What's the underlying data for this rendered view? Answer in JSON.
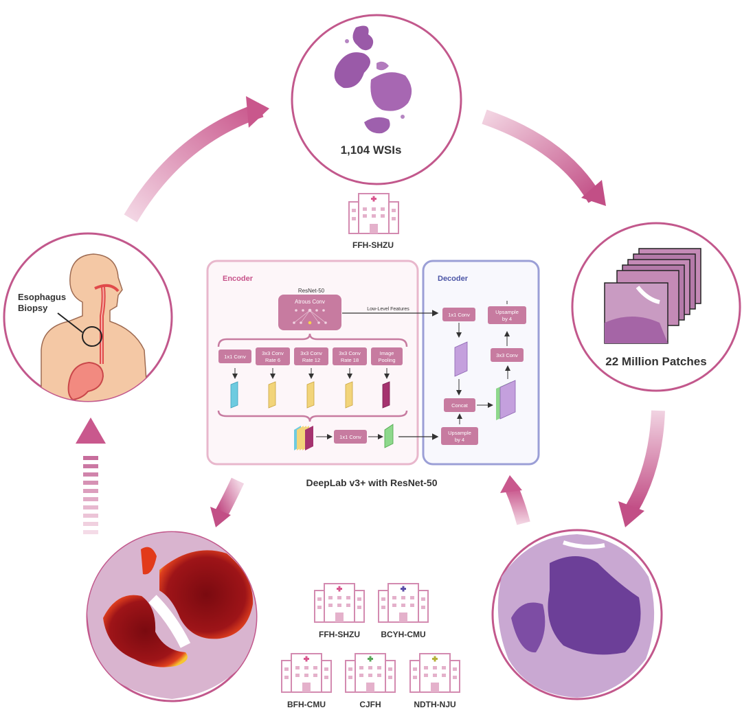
{
  "colors": {
    "accent": "#c2588c",
    "circle_stroke": "#c2588c",
    "encoder_stroke": "#e8b7cc",
    "encoder_label": "#c7528a",
    "decoder_stroke": "#9b9fd6",
    "decoder_label": "#4b55a6",
    "block_fill": "#c77ba0",
    "tissue": "#9a5aa8",
    "heat_hot": "#8b0d14",
    "skin": "#f4c8a5"
  },
  "icons": [
    "hospital-icon",
    "feature-map-icon",
    "arrow-icon",
    "tissue-slide-icon",
    "heatmap-icon",
    "human-anatomy-icon"
  ],
  "wsis": {
    "label": "1,104 WSIs"
  },
  "patches": {
    "label": "22 Million Patches"
  },
  "anatomy": {
    "label_line1": "Esophagus",
    "label_line2": "Biopsy"
  },
  "center_hospital": {
    "label": "FFH-SHZU"
  },
  "model": {
    "title": "DeepLab v3+ with ResNet-50",
    "encoder": {
      "label": "Encoder",
      "backbone": "ResNet-50",
      "atrous": "Atrous Conv",
      "low_level": "Low-Level Features",
      "branches": [
        {
          "line1": "1x1 Conv",
          "line2": ""
        },
        {
          "line1": "3x3 Conv",
          "line2": "Rate 6"
        },
        {
          "line1": "3x3 Conv",
          "line2": "Rate 12"
        },
        {
          "line1": "3x3 Conv",
          "line2": "Rate 18"
        },
        {
          "line1": "Image",
          "line2": "Pooling"
        }
      ],
      "merge_conv": "1x1 Conv"
    },
    "decoder": {
      "label": "Decoder",
      "conv1": "1x1 Conv",
      "concat": "Concat",
      "conv3": "3x3 Conv",
      "up_top_line1": "Upsample",
      "up_top_line2": "by 4",
      "up_bottom_line1": "Upsample",
      "up_bottom_line2": "by 4"
    }
  },
  "hospitals": [
    {
      "label": "FFH-SHZU",
      "cross_color": "#d9578f"
    },
    {
      "label": "BCYH-CMU",
      "cross_color": "#5b4fa8"
    },
    {
      "label": "BFH-CMU",
      "cross_color": "#d9578f"
    },
    {
      "label": "CJFH",
      "cross_color": "#5aa55a"
    },
    {
      "label": "NDTH-NJU",
      "cross_color": "#b5b03a"
    }
  ]
}
